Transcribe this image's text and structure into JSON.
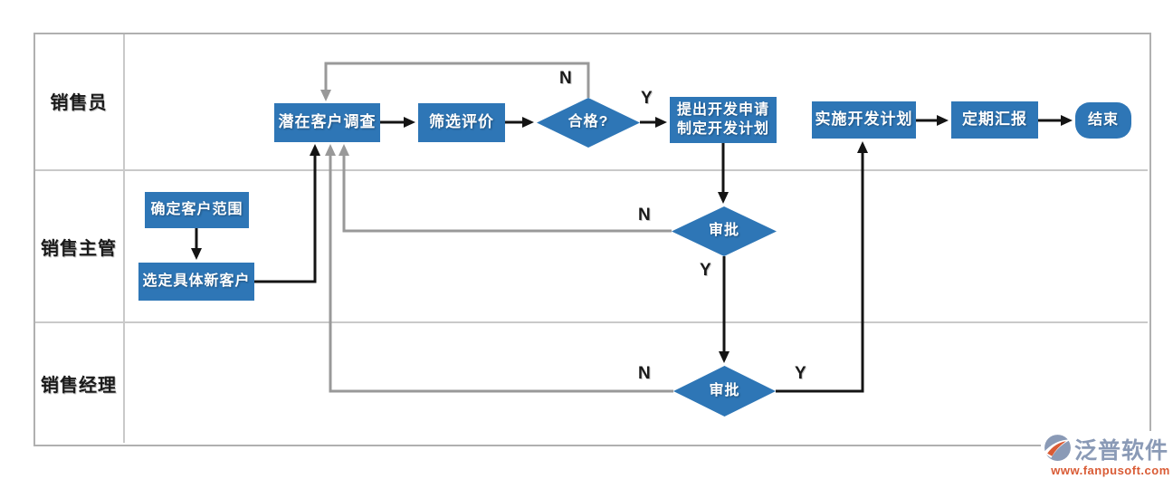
{
  "colors": {
    "node_blue": "#2E76B6",
    "line_black": "#141414",
    "line_gray": "#999999",
    "frame_border": "#b0b0b0",
    "inner_border": "#c9c9c9",
    "label_text": "#1a1a1a",
    "logo_text": "#8A9AB6",
    "logo_url": "#D95B35"
  },
  "lanes": [
    {
      "label": "销售员"
    },
    {
      "label": "销售主管"
    },
    {
      "label": "销售经理"
    }
  ],
  "nodes": {
    "survey": {
      "label": "潜在客户调查"
    },
    "screen": {
      "label": "筛选评价"
    },
    "qualified": {
      "label": "合格?"
    },
    "proposal": {
      "lines": [
        "提出开发申请",
        "制定开发计划"
      ]
    },
    "implement": {
      "label": "实施开发计划"
    },
    "report": {
      "label": "定期汇报"
    },
    "end": {
      "label": "结束"
    },
    "scope": {
      "label": "确定客户范围"
    },
    "select": {
      "label": "选定具体新客户"
    },
    "approve1": {
      "label": "审批"
    },
    "approve2": {
      "label": "审批"
    }
  },
  "edge_labels": {
    "qualified_n": "N",
    "qualified_y": "Y",
    "approve1_n": "N",
    "approve1_y": "Y",
    "approve2_n": "N",
    "approve2_y": "Y"
  },
  "logo": {
    "brand": "泛普软件",
    "url": "www.fanpusoft.com"
  }
}
